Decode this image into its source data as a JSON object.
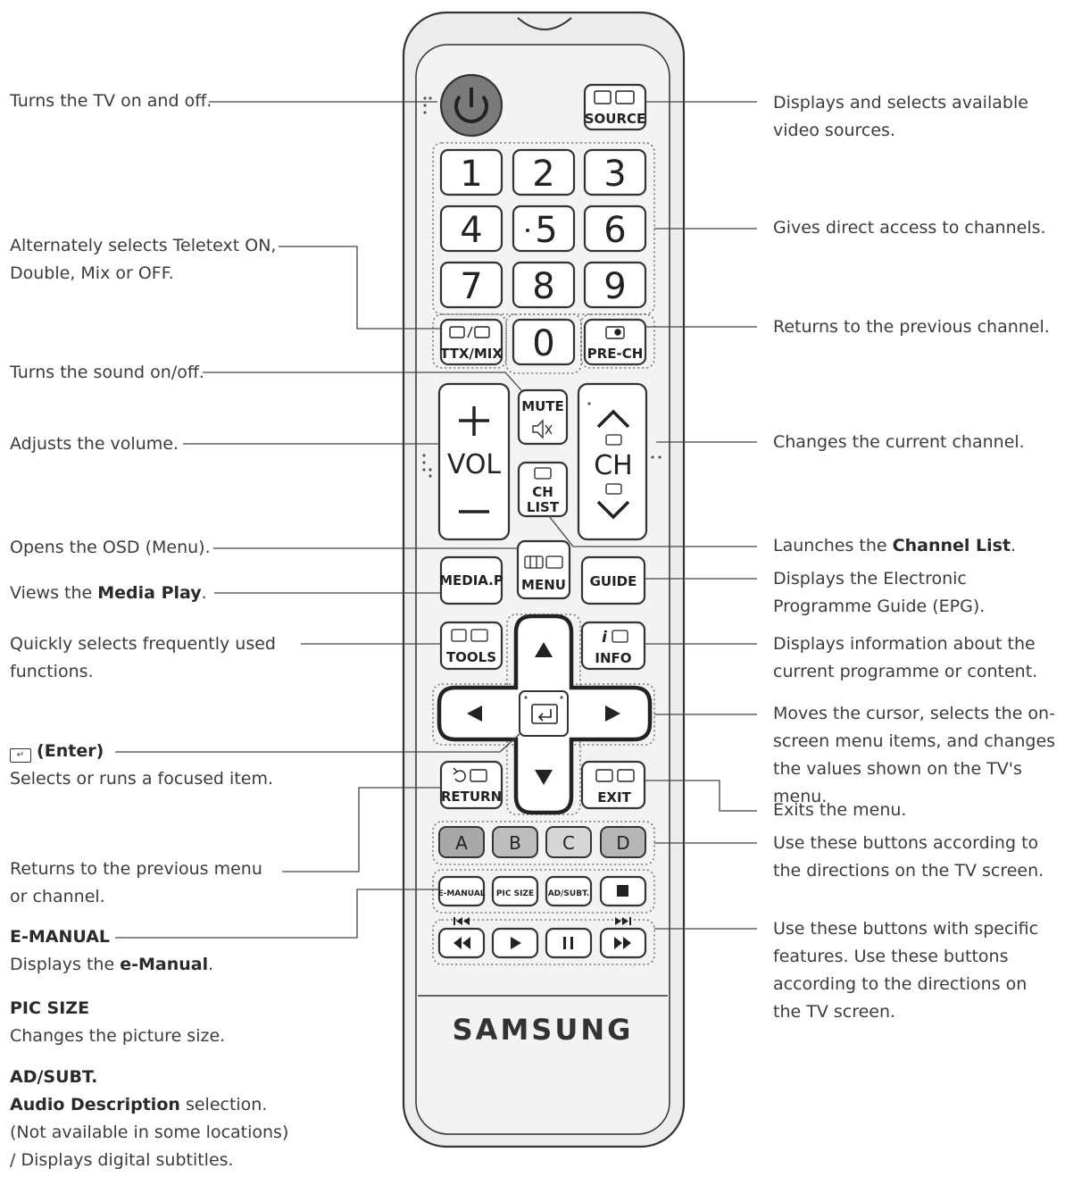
{
  "remote": {
    "brand": "SAMSUNG",
    "source": "SOURCE",
    "digits": [
      "1",
      "2",
      "3",
      "4",
      "5",
      "6",
      "7",
      "8",
      "9",
      "0"
    ],
    "ttx": "TTX/MIX",
    "prech": "PRE-CH",
    "mute": "MUTE",
    "vol": "VOL",
    "ch": "CH",
    "chlist_line1": "CH",
    "chlist_line2": "LIST",
    "menu": "MENU",
    "mediap": "MEDIA.P",
    "guide": "GUIDE",
    "tools": "TOOLS",
    "info": "INFO",
    "return": "RETURN",
    "exit": "EXIT",
    "color_buttons": [
      {
        "label": "A",
        "color": "#a8a8a8"
      },
      {
        "label": "B",
        "color": "#bdbdbd"
      },
      {
        "label": "C",
        "color": "#d6d6d6"
      },
      {
        "label": "D",
        "color": "#b6b6b6"
      }
    ],
    "function_buttons": [
      "E-MANUAL",
      "PIC SIZE",
      "AD/SUBT."
    ],
    "colors": {
      "body": "#f3f3f3",
      "outline": "#333333",
      "power": "#7a7a7a"
    }
  },
  "labels": {
    "power": "Turns the TV on and off.",
    "source": "Displays and selects available video sources.",
    "digits": "Gives direct access to channels.",
    "ttx": "Alternately selects Teletext ON, Double, Mix or OFF.",
    "prech": "Returns to the previous channel.",
    "mute": "Turns the sound on/off.",
    "volume": "Adjusts the volume.",
    "channel": "Changes the current channel.",
    "chlist_pre": "Launches the",
    "chlist_bold": "Channel List",
    "chlist_post": ".",
    "menu": "Opens the OSD (Menu).",
    "mediaplay_pre": "Views the",
    "mediaplay_bold": "Media Play",
    "mediaplay_post": ".",
    "guide": "Displays the Electronic Programme Guide (EPG).",
    "tools": "Quickly selects frequently used functions.",
    "info": "Displays information about the current programme or content.",
    "enter_title": "(Enter)",
    "enter_desc": "Selects or runs a focused item.",
    "cursor": "Moves the cursor, selects the on-screen menu items, and changes the values shown on the TV's menu.",
    "return": "Returns to the previous menu or channel.",
    "exit": "Exits the menu.",
    "color_buttons": "Use these buttons according to the directions on the TV screen.",
    "playback": "Use these buttons with specific features. Use these buttons according to the directions on the TV screen.",
    "emanual_title": "E-MANUAL",
    "emanual_pre": "Displays the",
    "emanual_bold": "e-Manual",
    "emanual_post": ".",
    "picsize_title": "PIC SIZE",
    "picsize_desc": "Changes the picture size.",
    "adsubt_title": "AD/SUBT.",
    "adsubt_bold": "Audio Description",
    "adsubt_rest": "selection. (Not available in some locations) / Displays digital subtitles."
  }
}
